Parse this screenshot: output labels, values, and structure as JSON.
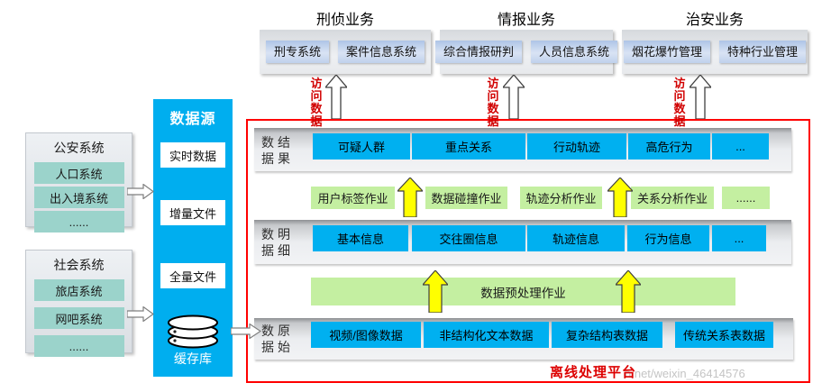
{
  "top": {
    "access_label": "访问数据",
    "groups": [
      {
        "title": "刑侦业务",
        "systems": [
          "刑专系统",
          "案件信息系统"
        ]
      },
      {
        "title": "情报业务",
        "systems": [
          "综合情报研判",
          "人员信息系统"
        ]
      },
      {
        "title": "治安业务",
        "systems": [
          "烟花爆竹管理",
          "特种行业管理"
        ]
      }
    ]
  },
  "left_sources": [
    {
      "title": "公安系统",
      "items": [
        "人口系统",
        "出入境系统",
        "......"
      ]
    },
    {
      "title": "社会系统",
      "items": [
        "旅店系统",
        "网吧系统",
        "......"
      ]
    }
  ],
  "datasource": {
    "title": "数据源",
    "stages": [
      "实时数据",
      "增量文件",
      "全量文件"
    ],
    "cache_label": "缓存库"
  },
  "platform": {
    "title": "离线处理平台",
    "results": {
      "label_lines": [
        "数结",
        "据果"
      ],
      "cells": [
        "可疑人群",
        "重点关系",
        "行动轨迹",
        "高危行为",
        "..."
      ]
    },
    "jobs": [
      "用户标签作业",
      "数据碰撞作业",
      "轨迹分析作业",
      "关系分析作业",
      "......"
    ],
    "details": {
      "label_lines": [
        "数明",
        "据细"
      ],
      "cells": [
        "基本信息",
        "交往圈信息",
        "轨迹信息",
        "行为信息",
        "..."
      ]
    },
    "preprocess_label": "数据预处理作业",
    "raw": {
      "label_lines": [
        "数原",
        "据始"
      ],
      "cells": [
        "视频/图像数据",
        "非结构化文本数据",
        "复杂结构表数据",
        "传统关系表数据"
      ]
    }
  },
  "watermark": "n.net/weixin_46414576",
  "colors": {
    "cyan": "#00B0F0",
    "column_cyan": "#00AEEF",
    "green": "#C4EFA1",
    "teal": "#9BD3CB",
    "red_border": "#FF0000",
    "red_text": "#D10000",
    "yellow_arrow": "#FFFF00"
  }
}
